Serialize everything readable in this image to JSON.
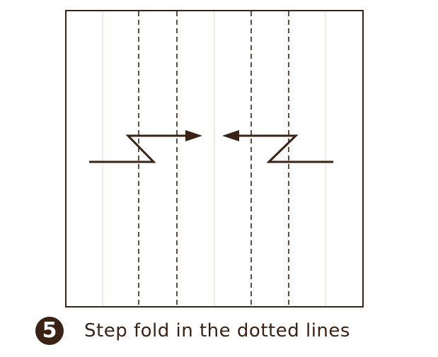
{
  "step": {
    "number": "5",
    "instruction": "Step fold in the dotted lines"
  },
  "colors": {
    "ink": "#3a2314",
    "faint_line": "#cfe3cf",
    "paper": "#ffffff"
  },
  "paper": {
    "creases": [
      {
        "type": "faint"
      },
      {
        "type": "dashed"
      },
      {
        "type": "dashed"
      },
      {
        "type": "faint"
      },
      {
        "type": "dashed"
      },
      {
        "type": "dashed"
      },
      {
        "type": "faint"
      }
    ],
    "fold_arrows": [
      {
        "side": "left",
        "direction": "right"
      },
      {
        "side": "right",
        "direction": "left"
      }
    ]
  }
}
